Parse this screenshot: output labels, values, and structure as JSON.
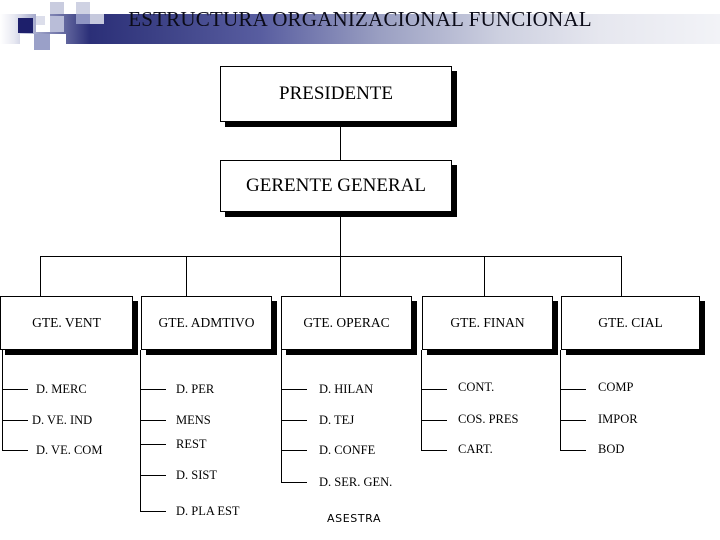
{
  "header": {
    "title": "ESTRUCTURA ORGANIZACIONAL FUNCIONAL",
    "accent_dark": "#2b2f78",
    "accent_mid": "#6f74ae",
    "accent_light": "#c3c6dd"
  },
  "chart_data": {
    "type": "diagram",
    "title": "ESTRUCTURA ORGANIZACIONAL FUNCIONAL",
    "levels": [
      {
        "level": 1,
        "nodes": [
          "PRESIDENTE"
        ]
      },
      {
        "level": 2,
        "nodes": [
          "GERENTE GENERAL"
        ]
      },
      {
        "level": 3,
        "nodes": [
          "GTE. VENT",
          "GTE. ADMTIVO",
          "GTE. OPERAC",
          "GTE. FINAN",
          "GTE. CIAL"
        ]
      }
    ]
  },
  "top": {
    "presidente": "PRESIDENTE",
    "gerente_general": "GERENTE GENERAL"
  },
  "managers": [
    {
      "label": "GTE. VENT"
    },
    {
      "label": "GTE. ADMTIVO"
    },
    {
      "label": "GTE. OPERAC"
    },
    {
      "label": "GTE. FINAN"
    },
    {
      "label": "GTE. CIAL"
    }
  ],
  "departments": [
    {
      "parent": "GTE. VENT",
      "items": [
        "D. MERC",
        "D. VE. IND",
        "D. VE. COM"
      ]
    },
    {
      "parent": "GTE. ADMTIVO",
      "items": [
        "D. PER",
        "MENS",
        "REST",
        "D. SIST",
        "D. PLA EST"
      ]
    },
    {
      "parent": "GTE. OPERAC",
      "items": [
        "D. HILAN",
        "D. TEJ",
        "D. CONFE",
        "D. SER. GEN."
      ]
    },
    {
      "parent": "GTE. FINAN",
      "items": [
        "CONT.",
        "COS. PRES",
        "CART."
      ]
    },
    {
      "parent": "GTE. CIAL",
      "items": [
        "COMP",
        "IMPOR",
        "BOD"
      ]
    }
  ],
  "footnote": {
    "asestra": "ASESTRA"
  }
}
